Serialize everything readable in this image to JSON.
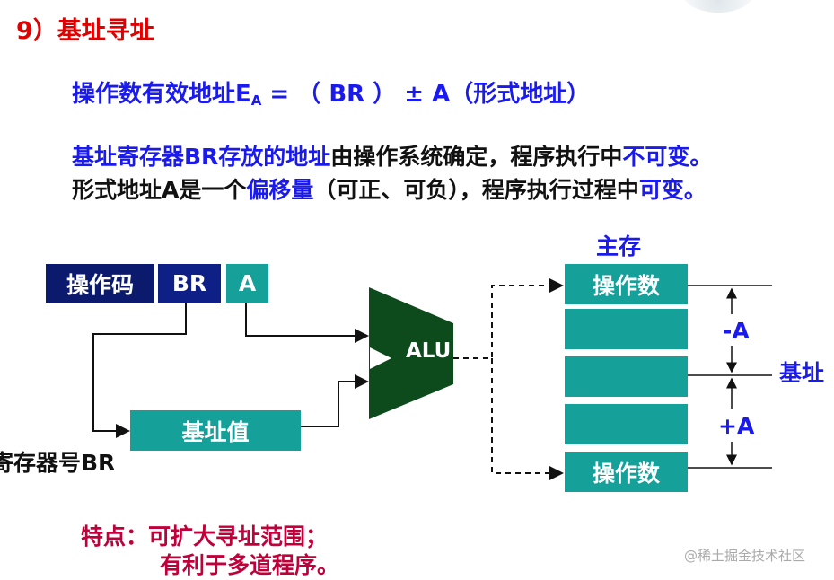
{
  "title": "9）基址寻址",
  "formula": {
    "lhs": "操作数有效地址E",
    "sub": "A",
    "rhs": " = （ BR ） ± A（形式地址）"
  },
  "line1": {
    "seg1": "基址寄存器BR存放的地址",
    "seg2": "由操作系统确定，程序执行中",
    "seg3": "不可变。"
  },
  "line2": {
    "seg1": "形式地址A是一个",
    "seg2": "偏移量",
    "seg3": "（可正、可负），程序执行过程中",
    "seg4": "可变。"
  },
  "instruction": {
    "opcode": "操作码",
    "br": "BR",
    "a": "A"
  },
  "base_value": "基址值",
  "register_label": "寄存器号BR",
  "alu": "ALU",
  "memory": {
    "title": "主存",
    "cells": [
      "操作数",
      "",
      "",
      "",
      "操作数"
    ]
  },
  "offsets": {
    "minus": "-A",
    "plus": "+A"
  },
  "base_address_label": "基址",
  "feature": {
    "label": "特点：可扩大寻址范围；",
    "line2": "有利于多道程序。"
  },
  "watermark": "@稀土掘金技术社区",
  "colors": {
    "red": "#e00000",
    "blue": "#1a1aee",
    "teal": "#16a09a",
    "navy": "#0b1a6c",
    "alu": "#0d4a1c"
  }
}
